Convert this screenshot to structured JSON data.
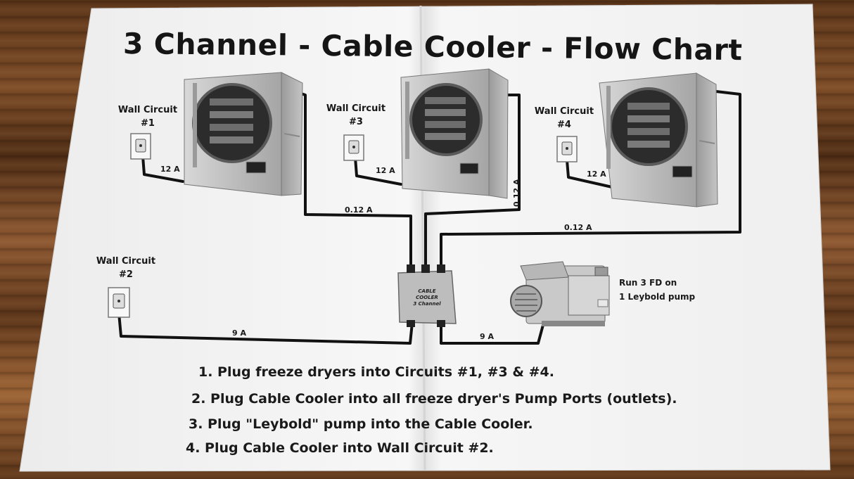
{
  "title": "3 Channel - Cable Cooler - Flow Chart",
  "circuits": {
    "c1": {
      "label": "Wall Circuit",
      "num": "#1"
    },
    "c2": {
      "label": "Wall Circuit",
      "num": "#2"
    },
    "c3": {
      "label": "Wall Circuit",
      "num": "#3"
    },
    "c4": {
      "label": "Wall Circuit",
      "num": "#4"
    }
  },
  "amps": {
    "fd1": "12 A",
    "fd2": "12 A",
    "fd3": "12 A",
    "out1": "0.12 A",
    "out2": "0.12 A",
    "out3": "0.12 A",
    "cooler_in": "9 A",
    "pump": "9 A"
  },
  "cooler": {
    "line1": "CABLE",
    "line2": "COOLER",
    "line3": "3 Channel"
  },
  "pump_note": {
    "line1": "Run 3 FD on",
    "line2": "1 Leybold pump"
  },
  "steps": [
    "1. Plug freeze dryers into Circuits #1, #3 & #4.",
    "2. Plug Cable Cooler into all freeze dryer's Pump Ports (outlets).",
    "3. Plug \"Leybold\" pump into the Cable Cooler.",
    "4. Plug Cable Cooler into Wall Circuit #2."
  ],
  "colors": {
    "paper": "#f4f4f4",
    "ink": "#151515",
    "wood": "#6b3e1f"
  }
}
